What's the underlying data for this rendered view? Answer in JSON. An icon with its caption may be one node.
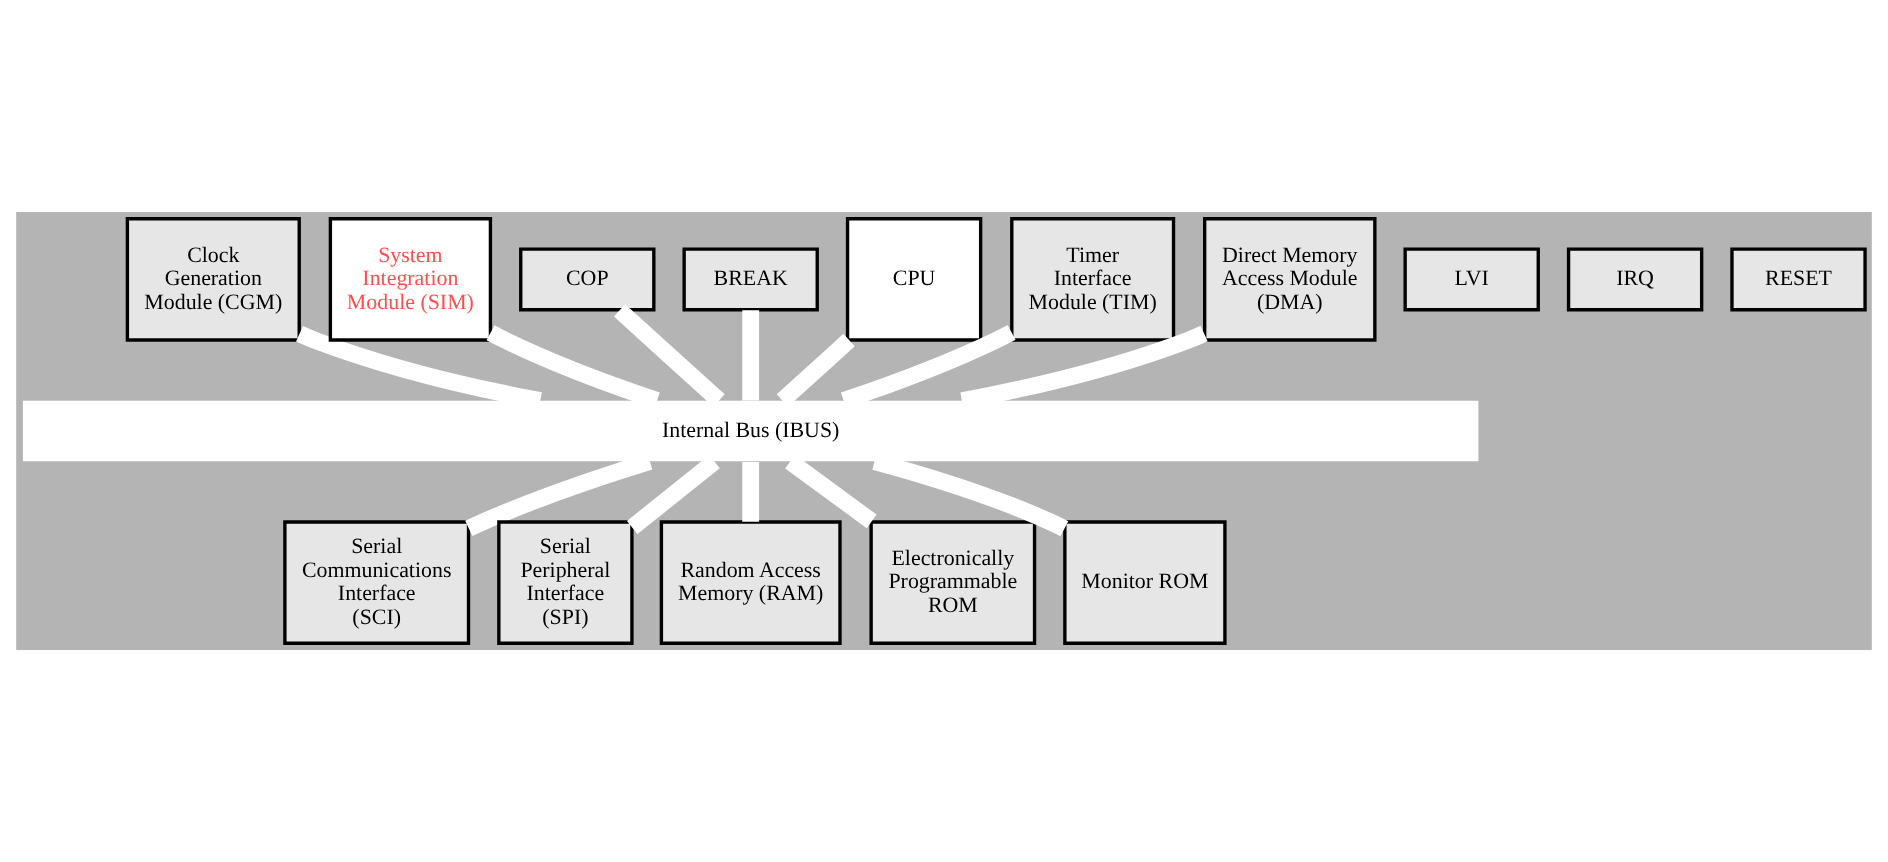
{
  "diagram": {
    "nodes": [
      {
        "text": [
          "Clock Generation Module (CGM)"
        ]
      },
      {
        "text": [
          "System Integration Module (SIM)"
        ]
      },
      {
        "text": [
          "LVI"
        ]
      },
      {
        "text": [
          "IRQ"
        ]
      },
      {
        "text": [
          "COP"
        ]
      },
      {
        "text": [
          "BREAK"
        ]
      },
      {
        "text": [
          "RESET"
        ]
      },
      {
        "text": [
          "CPU"
        ]
      },
      {
        "text": [
          "Timer Interface Module (TIM)"
        ]
      },
      {
        "text": [
          "Direct Memory Access Module (DMA)"
        ]
      },
      {
        "text": [
          "Internal Bus (IBUS)"
        ]
      },
      {
        "text": [
          "Serial Communications Interface (SCI)"
        ]
      },
      {
        "text": [
          "Serial Peripheral Interface (SPI)"
        ]
      },
      {
        "text": [
          "Random Access Memory (RAM)"
        ]
      },
      {
        "text": [
          "Electronically Programmable ROM"
        ]
      },
      {
        "text": [
          "Monitor ROM"
        ]
      }
    ],
    "edges": [
      {
        "from": 0,
        "to": 10,
        "arrow": "none"
      },
      {
        "from": 1,
        "to": 10,
        "arrow": "none"
      },
      {
        "from": 4,
        "to": 10,
        "arrow": "none"
      },
      {
        "from": 5,
        "to": 10,
        "arrow": "none"
      },
      {
        "from": 7,
        "to": 10,
        "arrow": "none"
      },
      {
        "from": 8,
        "to": 10,
        "arrow": "none"
      },
      {
        "from": 9,
        "to": 10,
        "arrow": "none"
      },
      {
        "from": 10,
        "to": 11,
        "arrow": "none"
      },
      {
        "from": 10,
        "to": 12,
        "arrow": "none"
      },
      {
        "from": 10,
        "to": 13,
        "arrow": "none"
      },
      {
        "from": 10,
        "to": 14,
        "arrow": "none"
      },
      {
        "from": 10,
        "to": 15,
        "arrow": "none"
      }
    ]
  }
}
